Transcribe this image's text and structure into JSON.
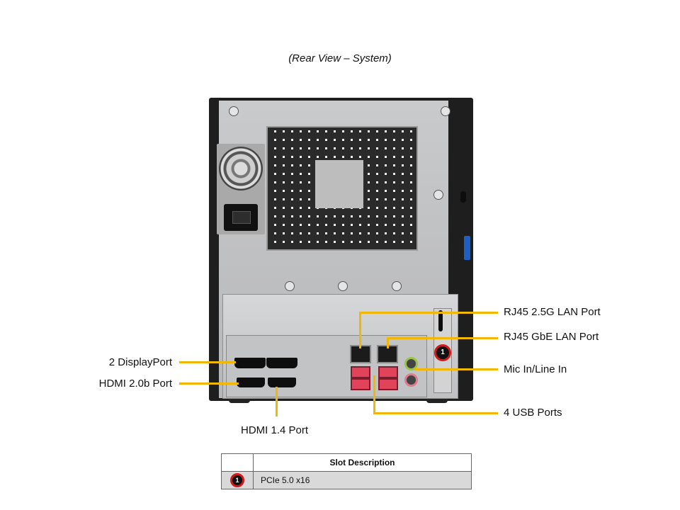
{
  "caption": "(Rear View – System)",
  "labels": {
    "rj45_25g": "RJ45 2.5G LAN Port",
    "rj45_gbe": "RJ45 GbE LAN Port",
    "mic_line": "Mic In/Line  In",
    "usb": "4 USB Ports",
    "displayport": "2 DisplayPort",
    "hdmi_20b": "HDMI 2.0b Port",
    "hdmi_14": "HDMI 1.4 Port"
  },
  "slot_badge": "1",
  "table": {
    "header": "Slot Description",
    "rows": [
      {
        "num": "1",
        "description": "PCIe  5.0 x16"
      }
    ]
  },
  "colors": {
    "callout": "#f2b705",
    "badge_ring": "#d11b1b",
    "usb": "#e0435a"
  }
}
